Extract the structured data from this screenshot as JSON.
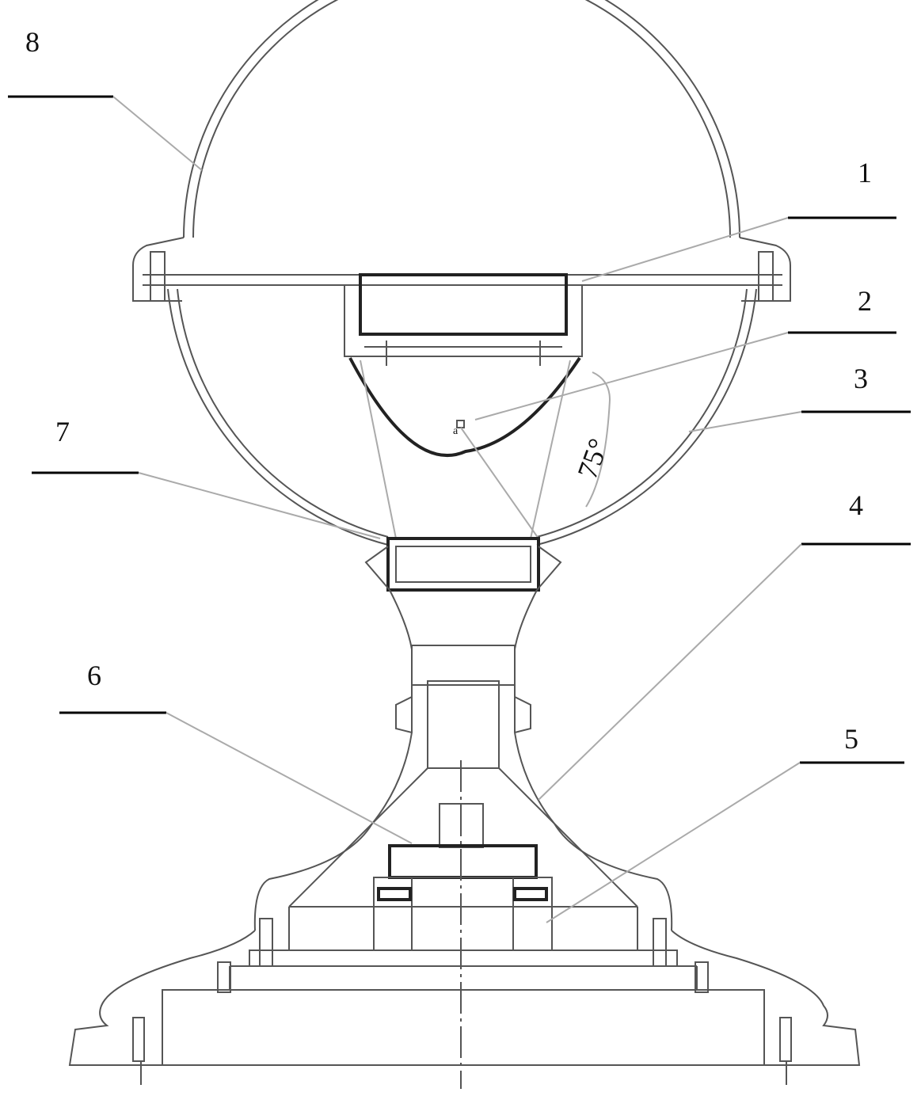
{
  "labels": [
    "1",
    "2",
    "3",
    "4",
    "5",
    "6",
    "7",
    "8"
  ],
  "annotations": {
    "point": "a",
    "angle": "75°"
  }
}
